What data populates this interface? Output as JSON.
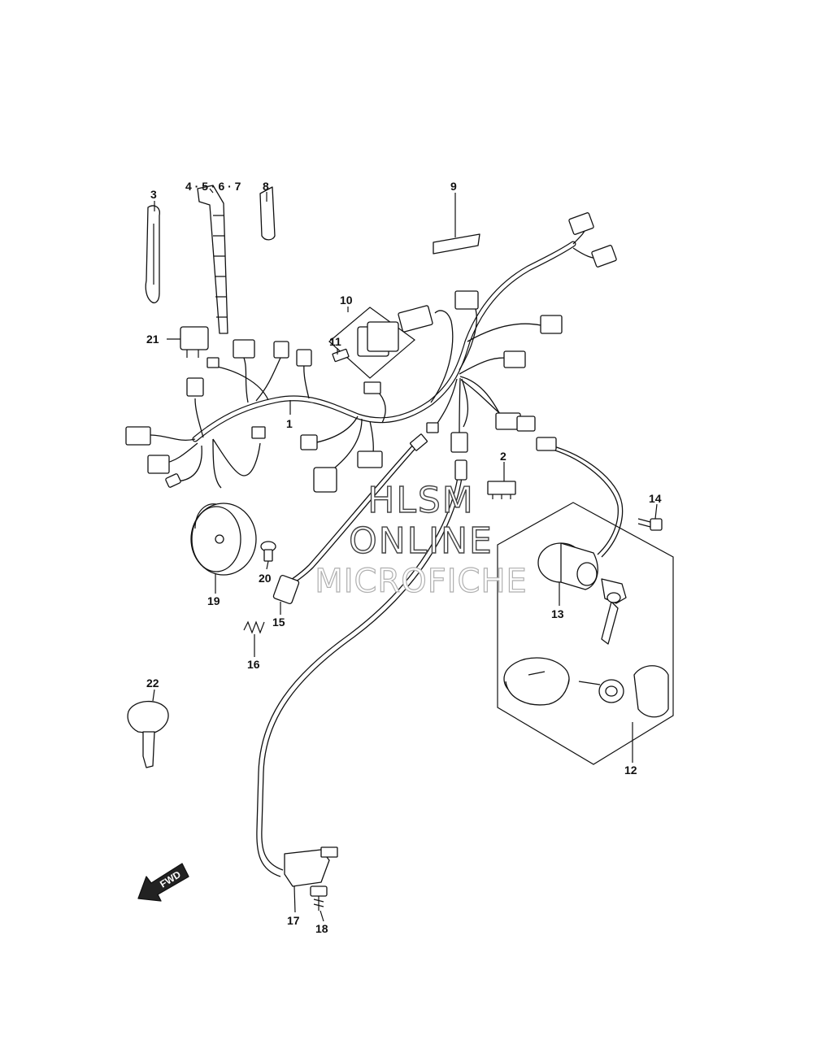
{
  "callouts": {
    "p1": "1",
    "p2": "2",
    "p3": "3",
    "p4567": "4 · 5 · 6 · 7",
    "p8": "8",
    "p9": "9",
    "p10": "10",
    "p11": "11",
    "p12": "12",
    "p13": "13",
    "p14": "14",
    "p15": "15",
    "p16": "16",
    "p17": "17",
    "p18": "18",
    "p19": "19",
    "p20": "20",
    "p21": "21",
    "p22": "22"
  },
  "fwd_label": "FWD",
  "watermark": {
    "line1": "HLSM",
    "line2": "ONLINE",
    "line3": "MICROFICHE"
  }
}
